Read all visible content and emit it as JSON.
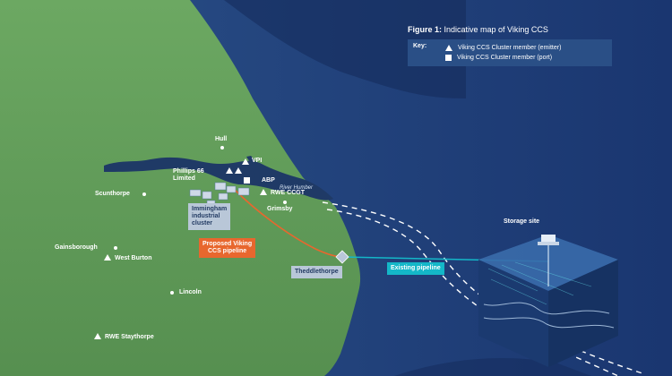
{
  "legend": {
    "title_bold": "Figure 1:",
    "title_rest": " Indicative map of Viking CCS",
    "key_label": "Key:",
    "items": [
      {
        "icon": "triangle",
        "label": "Viking CCS Cluster member (emitter)"
      },
      {
        "icon": "square",
        "label": "Viking CCS Cluster member (port)"
      }
    ]
  },
  "places": {
    "hull": "Hull",
    "vpi": "VPI",
    "phillips_66": "Phillips 66\nLimited",
    "abp": "ABP",
    "river_humber": "River Humber",
    "rwe_ccgt": "RWE CCGT",
    "grimsby": "Grimsby",
    "scunthorpe": "Scunthorpe",
    "immingham": "Immingham\nindustrial\ncluster",
    "gainsborough": "Gainsborough",
    "west_burton": "West Burton",
    "lincoln": "Lincoln",
    "rwe_staythorpe": "RWE Staythorpe",
    "storage_site": "Storage site"
  },
  "callouts": {
    "proposed_pipeline": "Proposed Viking\nCCS pipeline",
    "theddlethorpe": "Theddlethorpe",
    "existing_pipeline": "Existing pipeline"
  },
  "colors": {
    "land": "#5f9a58",
    "sea": "#1e3f78",
    "estuary": "#1c3661",
    "proposed_pipeline": "#e8672e",
    "existing_pipeline": "#14b7c8"
  }
}
